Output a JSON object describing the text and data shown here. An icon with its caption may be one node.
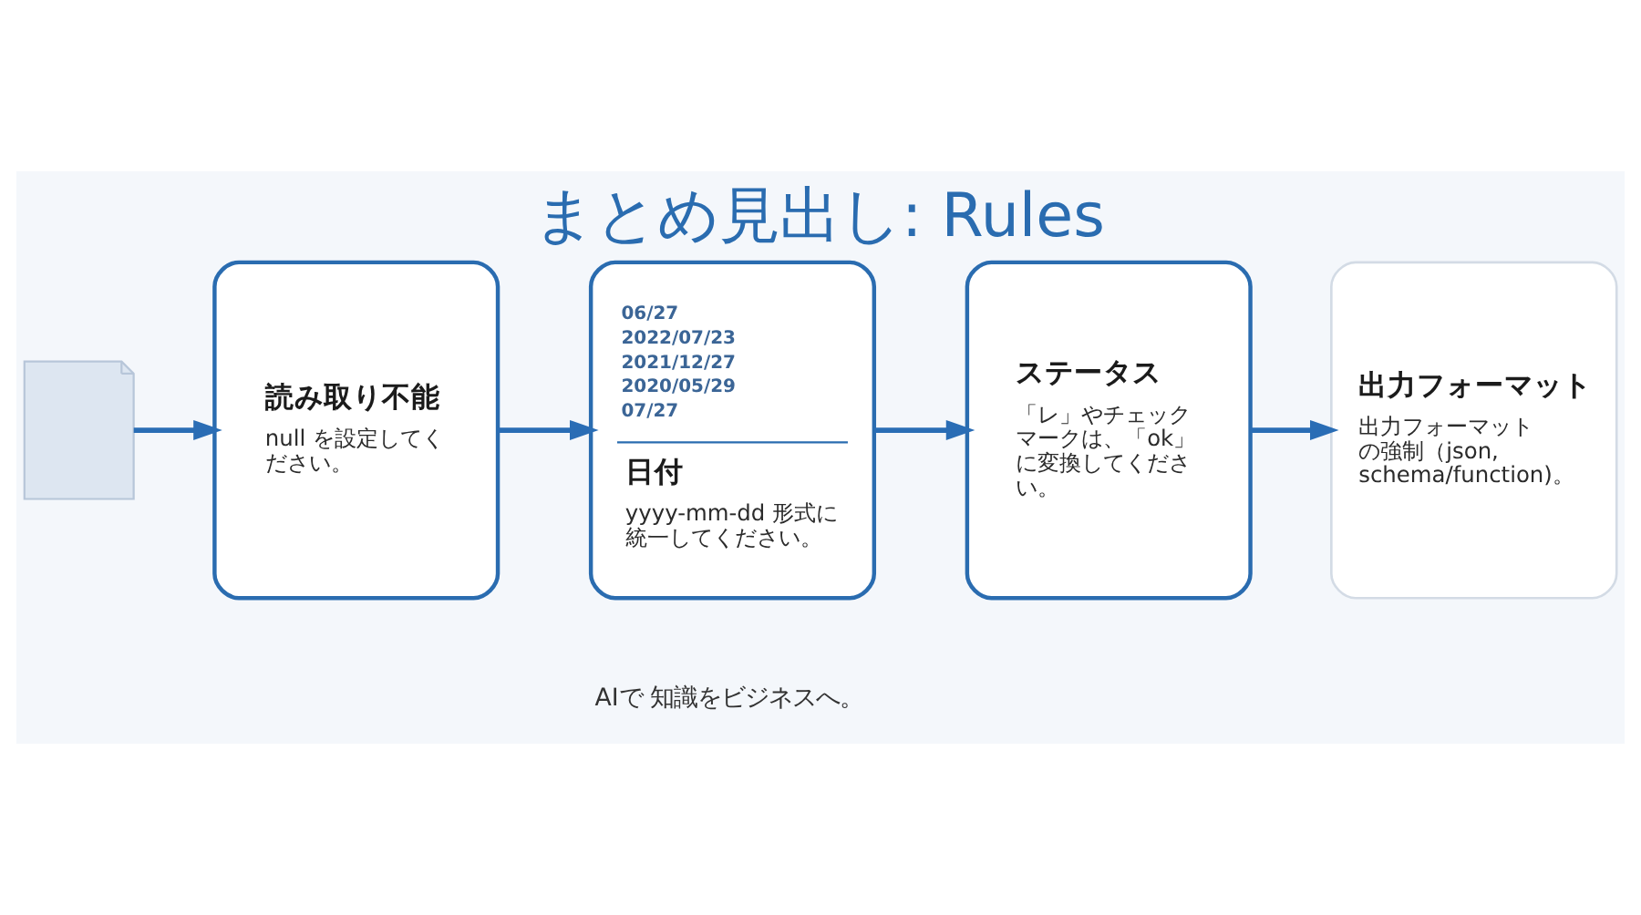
{
  "diagram": {
    "title": "まとめ見出し: Rules",
    "nodes": [
      {
        "text": [],
        "shape": "picture"
      },
      {
        "text": [
          "読み取り不能",
          "null を設定してください。"
        ]
      },
      {
        "text": [
          "06/27",
          "2022/07/23",
          "2021/12/27",
          "2020/05/29",
          "07/27",
          "日付",
          "yyyy-mm-dd 形式に統一してください。"
        ]
      },
      {
        "text": [
          "ステータス",
          "「レ」やチェックマークは、「ok」に変換してください。"
        ]
      },
      {
        "text": [
          "出力フォーマット",
          "出力フォーマットの強制（json, schema/function)。"
        ]
      }
    ],
    "edges": [
      {
        "from": 0,
        "to": 1,
        "arrow": "to"
      },
      {
        "from": 1,
        "to": 2,
        "arrow": "to"
      },
      {
        "from": 2,
        "to": 3,
        "arrow": "to"
      },
      {
        "from": 3,
        "to": 4,
        "arrow": "to"
      }
    ],
    "labels": [
      "AIで 知識をビジネスへ。"
    ]
  }
}
